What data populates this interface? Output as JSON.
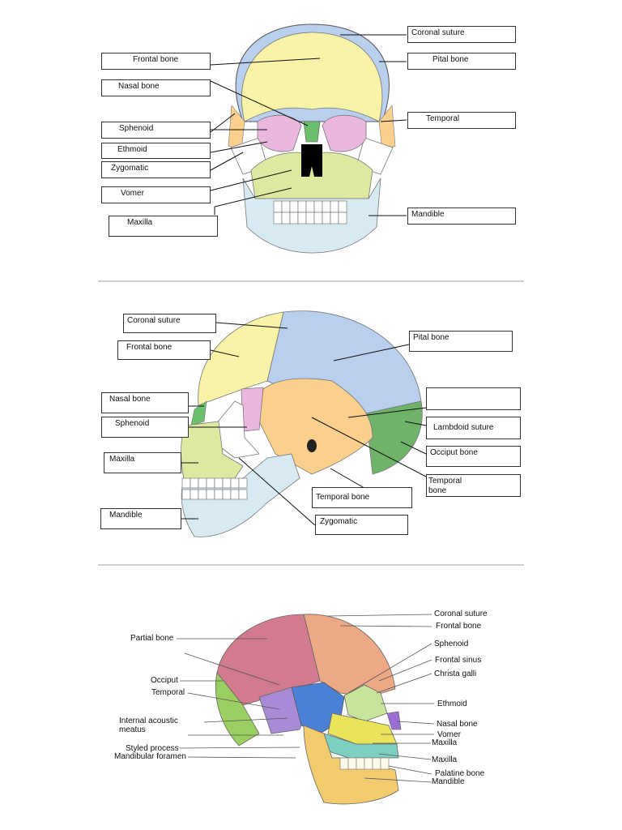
{
  "front_view": {
    "labels": {
      "coronal_suture": "Coronal suture",
      "frontal_bone": "Frontal bone",
      "pital_bone": "Pital bone",
      "nasal_bone": "Nasal bone",
      "temporal": "Temporal",
      "sphenoid": "Sphenoid",
      "ethmoid": "Ethmoid",
      "zygomatic": "Zygomatic",
      "vomer": "Vomer",
      "maxilla": "Maxilla",
      "mandible": "Mandible"
    }
  },
  "side_view": {
    "labels": {
      "coronal_suture": "Coronal suture",
      "frontal_bone": "Frontal bone",
      "pital_bone": "Pital bone",
      "blank": "",
      "nasal_bone": "Nasal bone",
      "lambdoid_suture": "Lambdoid suture",
      "sphenoid": "Sphenoid",
      "occiput_bone": "Occiput bone",
      "maxilla": "Maxilla",
      "temporal_bone_right_1": "Temporal",
      "temporal_bone_right_2": "bone",
      "temporal_bone": "Temporal bone",
      "mandible": "Mandible",
      "zygomatic": "Zygomatic"
    }
  },
  "sagittal_view": {
    "labels": {
      "coronal_suture": "Coronal suture",
      "frontal_bone": "Frontal bone",
      "partial_bone": "Partial bone",
      "sphenoid": "Sphenoid",
      "frontal_sinus": "Frontal sinus",
      "christa_galli": "Christa galli",
      "occiput": "Occiput",
      "temporal": "Temporal",
      "ethmoid": "Ethmoid",
      "internal_acoustic_1": "Internal acoustic",
      "internal_acoustic_2": "meatus",
      "nasal_bone": "Nasal bone",
      "vomer": "Vomer",
      "maxilla_1": "Maxilla",
      "styled_process": "Styled process",
      "mandibular_foramen": "Mandibular foramen",
      "maxilla_2": "Maxilla",
      "palatine_bone": "Palatine bone",
      "mandible": "Mandible"
    }
  },
  "colors": {
    "frontal": "#f8f3a6",
    "parietal": "#b9cfee",
    "temporal": "#fbcf8c",
    "sphenoid": "#eab8de",
    "maxilla": "#dde9a1",
    "mandible": "#d7eaf2",
    "occipital": "#6fb26a",
    "zygomatic": "#ffffff",
    "nasal": "#6bbf6b"
  }
}
